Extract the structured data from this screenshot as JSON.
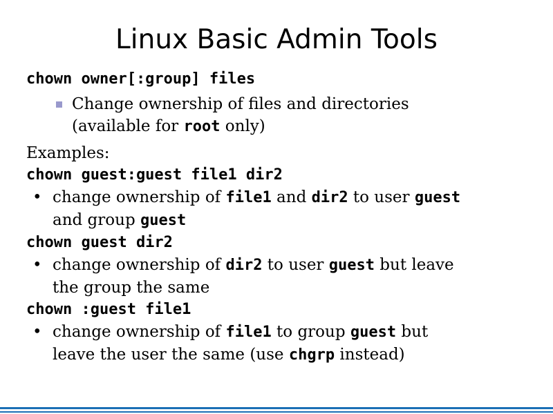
{
  "title": "Linux Basic Admin Tools",
  "colors": {
    "sub_bullet": "#9999cc",
    "bottom_bar": "#1a6fb5"
  },
  "section1": {
    "command": "chown owner[:group] files",
    "sub_bullet": {
      "icon": "square-bullet-icon",
      "line1": "Change ownership of files and directories",
      "line2_pre": "(available for ",
      "line2_code": "root",
      "line2_post": " only)"
    }
  },
  "examples_label": "Examples:",
  "examples": [
    {
      "command": "chown guest:guest file1 dir2",
      "bullet": "•",
      "l1_a": "change ownership of ",
      "l1_b": "file1",
      "l1_c": " and ",
      "l1_d": "dir2",
      "l1_e": " to user ",
      "l1_f": "guest",
      "l2_a": "and group ",
      "l2_b": "guest"
    },
    {
      "command": "chown guest dir2",
      "bullet": "•",
      "l1_a": "change ownership of ",
      "l1_b": "dir2",
      "l1_c": " to user ",
      "l1_d": "guest",
      "l1_e": " but leave",
      "l2_a": "the group the same"
    },
    {
      "command": "chown :guest file1",
      "bullet": "•",
      "l1_a": "change ownership of ",
      "l1_b": "file1",
      "l1_c": " to group ",
      "l1_d": "guest",
      "l1_e": " but",
      "l2_a": "leave the user the same (use ",
      "l2_b": "chgrp",
      "l2_c": " instead)"
    }
  ]
}
